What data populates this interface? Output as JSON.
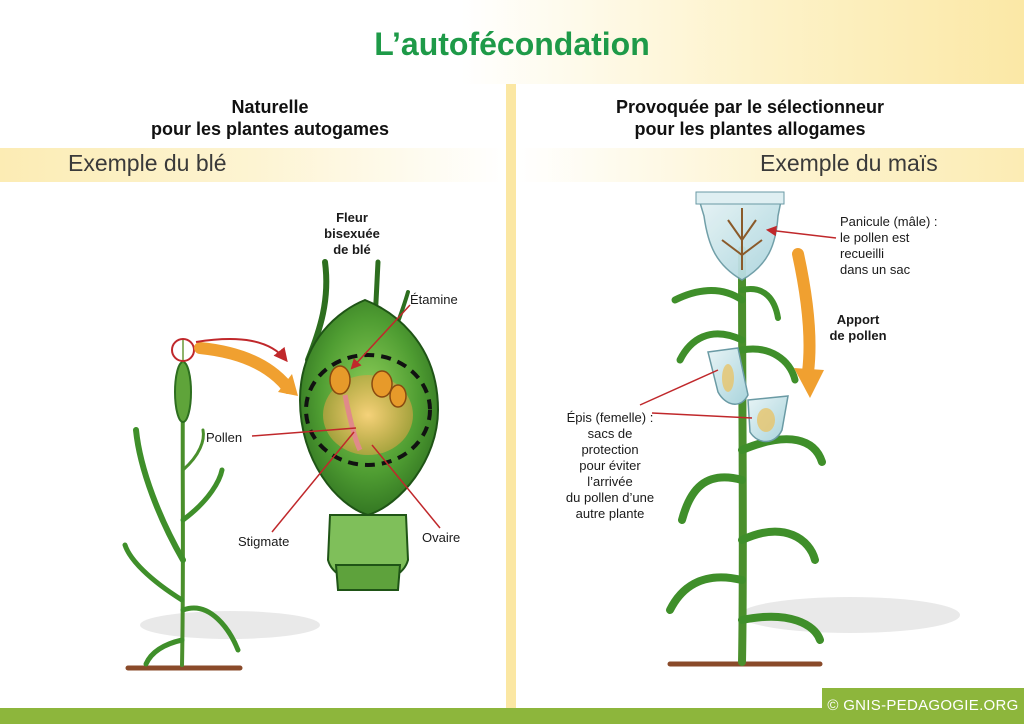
{
  "title": "L’autofécondation",
  "left": {
    "heading_line1": "Naturelle",
    "heading_line2": "pour les plantes autogames",
    "example": "Exemple du blé",
    "flower_title_line1": "Fleur",
    "flower_title_line2": "bisexuée",
    "flower_title_line3": "de blé",
    "labels": {
      "etamine": "Étamine",
      "pollen": "Pollen",
      "stigmate": "Stigmate",
      "ovaire": "Ovaire"
    }
  },
  "right": {
    "heading_line1": "Provoquée par le sélectionneur",
    "heading_line2": "pour les plantes allogames",
    "example": "Exemple du maïs",
    "panicule": [
      "Panicule (mâle) :",
      "le pollen est",
      "recueilli",
      "dans un sac"
    ],
    "apport": [
      "Apport",
      "de pollen"
    ],
    "epis": [
      "Épis (femelle) :",
      "sacs de",
      "protection",
      "pour éviter",
      "l’arrivée",
      "du pollen d’une",
      "autre plante"
    ]
  },
  "credit": "© GNIS-PEDAGOGIE.ORG",
  "colors": {
    "title_green": "#1e9a48",
    "accent_yellow": "#fbe7a3",
    "bar_green": "#8db63c",
    "leaf_green": "#3f8f2a",
    "arrow_orange": "#f0a030",
    "pointer_red": "#c0282b"
  }
}
